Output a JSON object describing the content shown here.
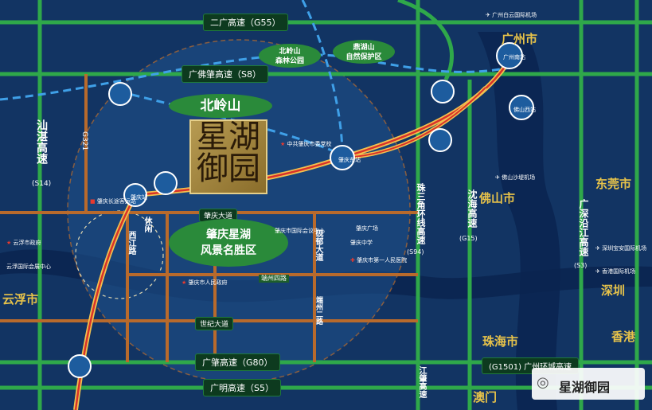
{
  "map": {
    "roads": {
      "g55": "二广高速（G55）",
      "s8": "广佛肇高速（S8）",
      "g80": "广肇高速（G80）",
      "s5": "广明高速（S5）",
      "g1501": "(G1501) 广州环城高速",
      "s14": "汕湛高速",
      "s14_code": "(S14)",
      "g321": "G321",
      "zq_dadao": "肇庆大道",
      "shiji_dadao": "世纪大道",
      "duanzhou_sanlu": "端州四路",
      "zhusanjiao": "珠三角环线高速",
      "zhusanjiao_code": "(S94)",
      "shenhai": "沈海高速",
      "shenhai_code": "(G15)",
      "guangshen": "广深沿江高速",
      "guangshen_code": "(S3)",
      "jiangzhao": "江肇高速",
      "xijiang": "西江路",
      "xiuqi": "休闲",
      "junlang": "砚郁大道",
      "duanzhou_second": "端州二路"
    },
    "cities": {
      "guangzhou": "广州市",
      "foshan": "佛山市",
      "dongguan": "东莞市",
      "shenzhen": "深圳",
      "hongkong": "香港",
      "zhuhai": "珠海市",
      "macau": "澳门",
      "yunfu": "云浮市"
    },
    "areas": {
      "beilingshan": "北岭山",
      "scenic": "肇庆星湖\n风景名胜区",
      "forest_park": "北岭山\n森林公园",
      "nature_reserve": "鼎湖山\n自然保护区"
    },
    "project": {
      "name_line1": "星湖",
      "name_line2": "御园"
    },
    "stations": {
      "zhaoqing": "肇庆站",
      "zhaoqing_east": "肇庆东站",
      "guangzhou_south": "广州南站",
      "foshan_west": "佛山西站"
    },
    "pois": {
      "airport_gz": "广州白云国际机场",
      "airport_fs": "佛山沙堤机场",
      "airport_sz": "深圳宝安国际机场",
      "airport_hk": "香港国际机场",
      "yunfu_gov": "云浮市政府",
      "yunfu_center": "云浮国际会展中心",
      "zq_gov": "肇庆市人民政府",
      "zq_middle": "肇庆中学",
      "zq_hospital": "肇庆市第一人民医院",
      "zq_party": "中共肇庆市委党校",
      "zq_bus": "肇庆长途客运站",
      "zq_expo": "肇庆市国际会议中心",
      "mingsheng": "肇庆广场"
    },
    "wechat_label": "星湖御园"
  }
}
